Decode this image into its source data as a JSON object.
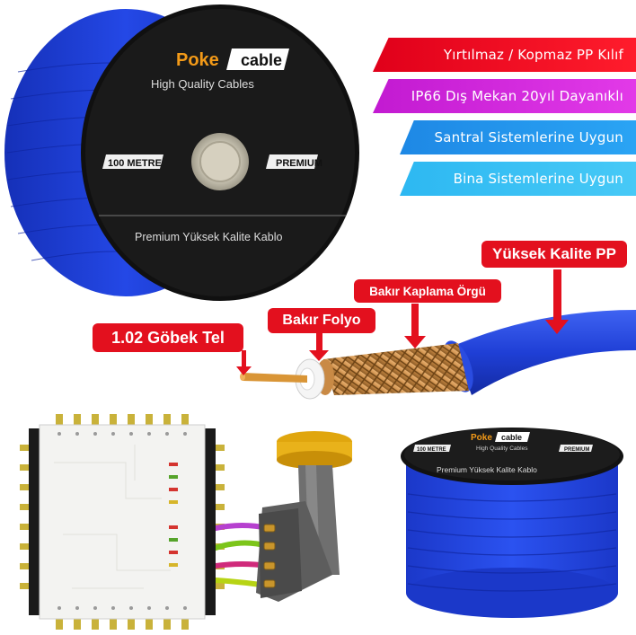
{
  "brand": {
    "name_left": "Poke",
    "name_right": "cable",
    "tagline": "High Quality Cables",
    "length_label": "100 METRE",
    "grade_label": "PREMIUM",
    "product_line": "Premium Yüksek Kalite Kablo"
  },
  "features": [
    {
      "label": "Yırtılmaz / Kopmaz PP Kılıf",
      "color": "#e0001a"
    },
    {
      "label": "IP66 Dış Mekan 20yıl Dayanıklı",
      "color": "#c21ad1"
    },
    {
      "label": "Santral Sistemlerine Uygun",
      "color": "#1e88e5"
    },
    {
      "label": "Bina Sistemlerine Uygun",
      "color": "#2db8f2"
    }
  ],
  "cable_layers": {
    "outer": "Yüksek Kalite PP",
    "braid": "Bakır Kaplama Örgü",
    "foil": "Bakır Folyo",
    "core": "1.02 Göbek Tel"
  },
  "colors": {
    "cable_blue": "#1f3fd6",
    "reel_black": "#111111",
    "callout_red": "#e3101e"
  }
}
